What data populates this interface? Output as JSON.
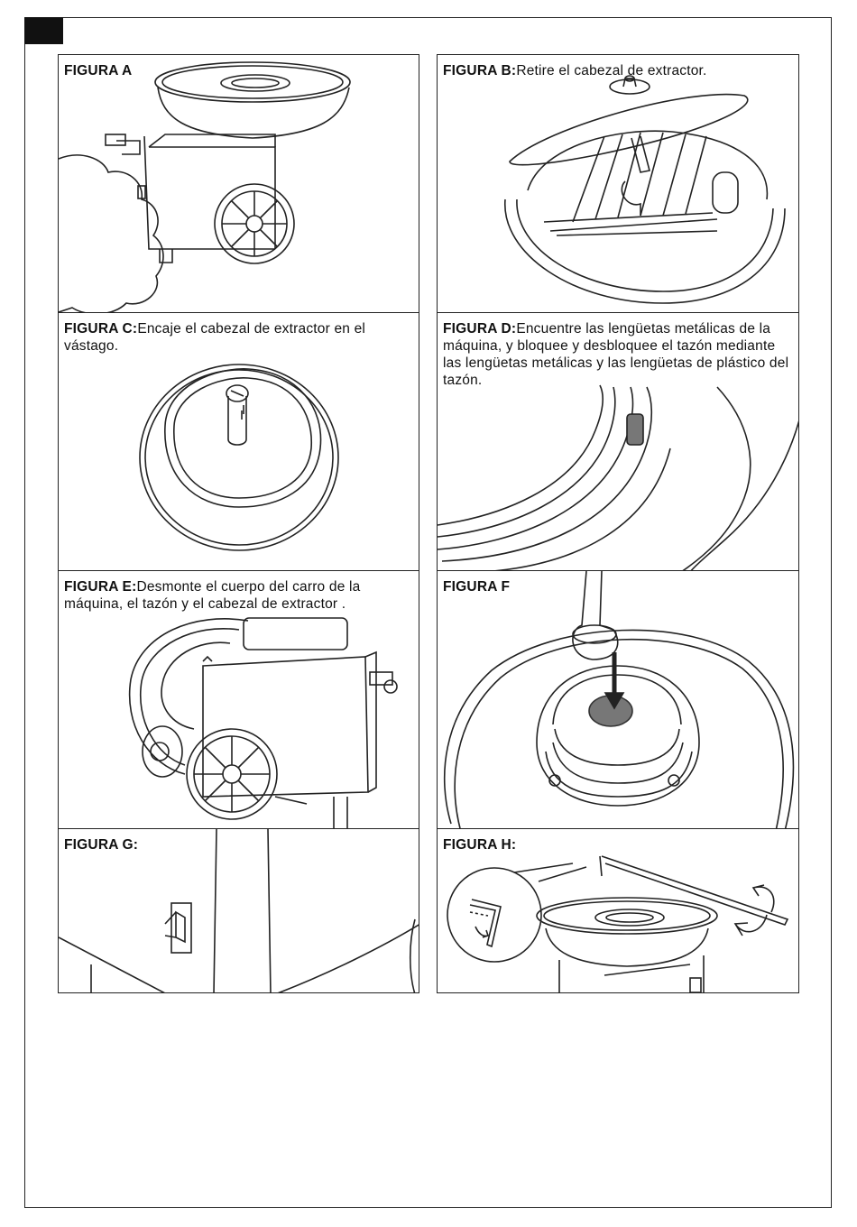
{
  "figures": {
    "a": {
      "label": "FIGURA A",
      "text": ""
    },
    "b": {
      "label": "FIGURA B:",
      "text": "Retire el cabezal de extractor."
    },
    "c": {
      "label": "FIGURA C:",
      "text": "Encaje el cabezal de extractor en el vástago."
    },
    "d": {
      "label": "FIGURA D:",
      "text": "Encuentre las lengüetas metálicas de la máquina, y bloquee y desbloquee el tazón mediante las lengüetas metálicas y las lengüetas de plástico del tazón."
    },
    "e": {
      "label": "FIGURA E:",
      "text": "Desmonte el cuerpo del carro de la máquina, el tazón y el cabezal de extractor ."
    },
    "f": {
      "label": "FIGURA F",
      "text": ""
    },
    "g": {
      "label": "FIGURA G:",
      "text": ""
    },
    "h": {
      "label": "FIGURA H:",
      "text": ""
    }
  }
}
